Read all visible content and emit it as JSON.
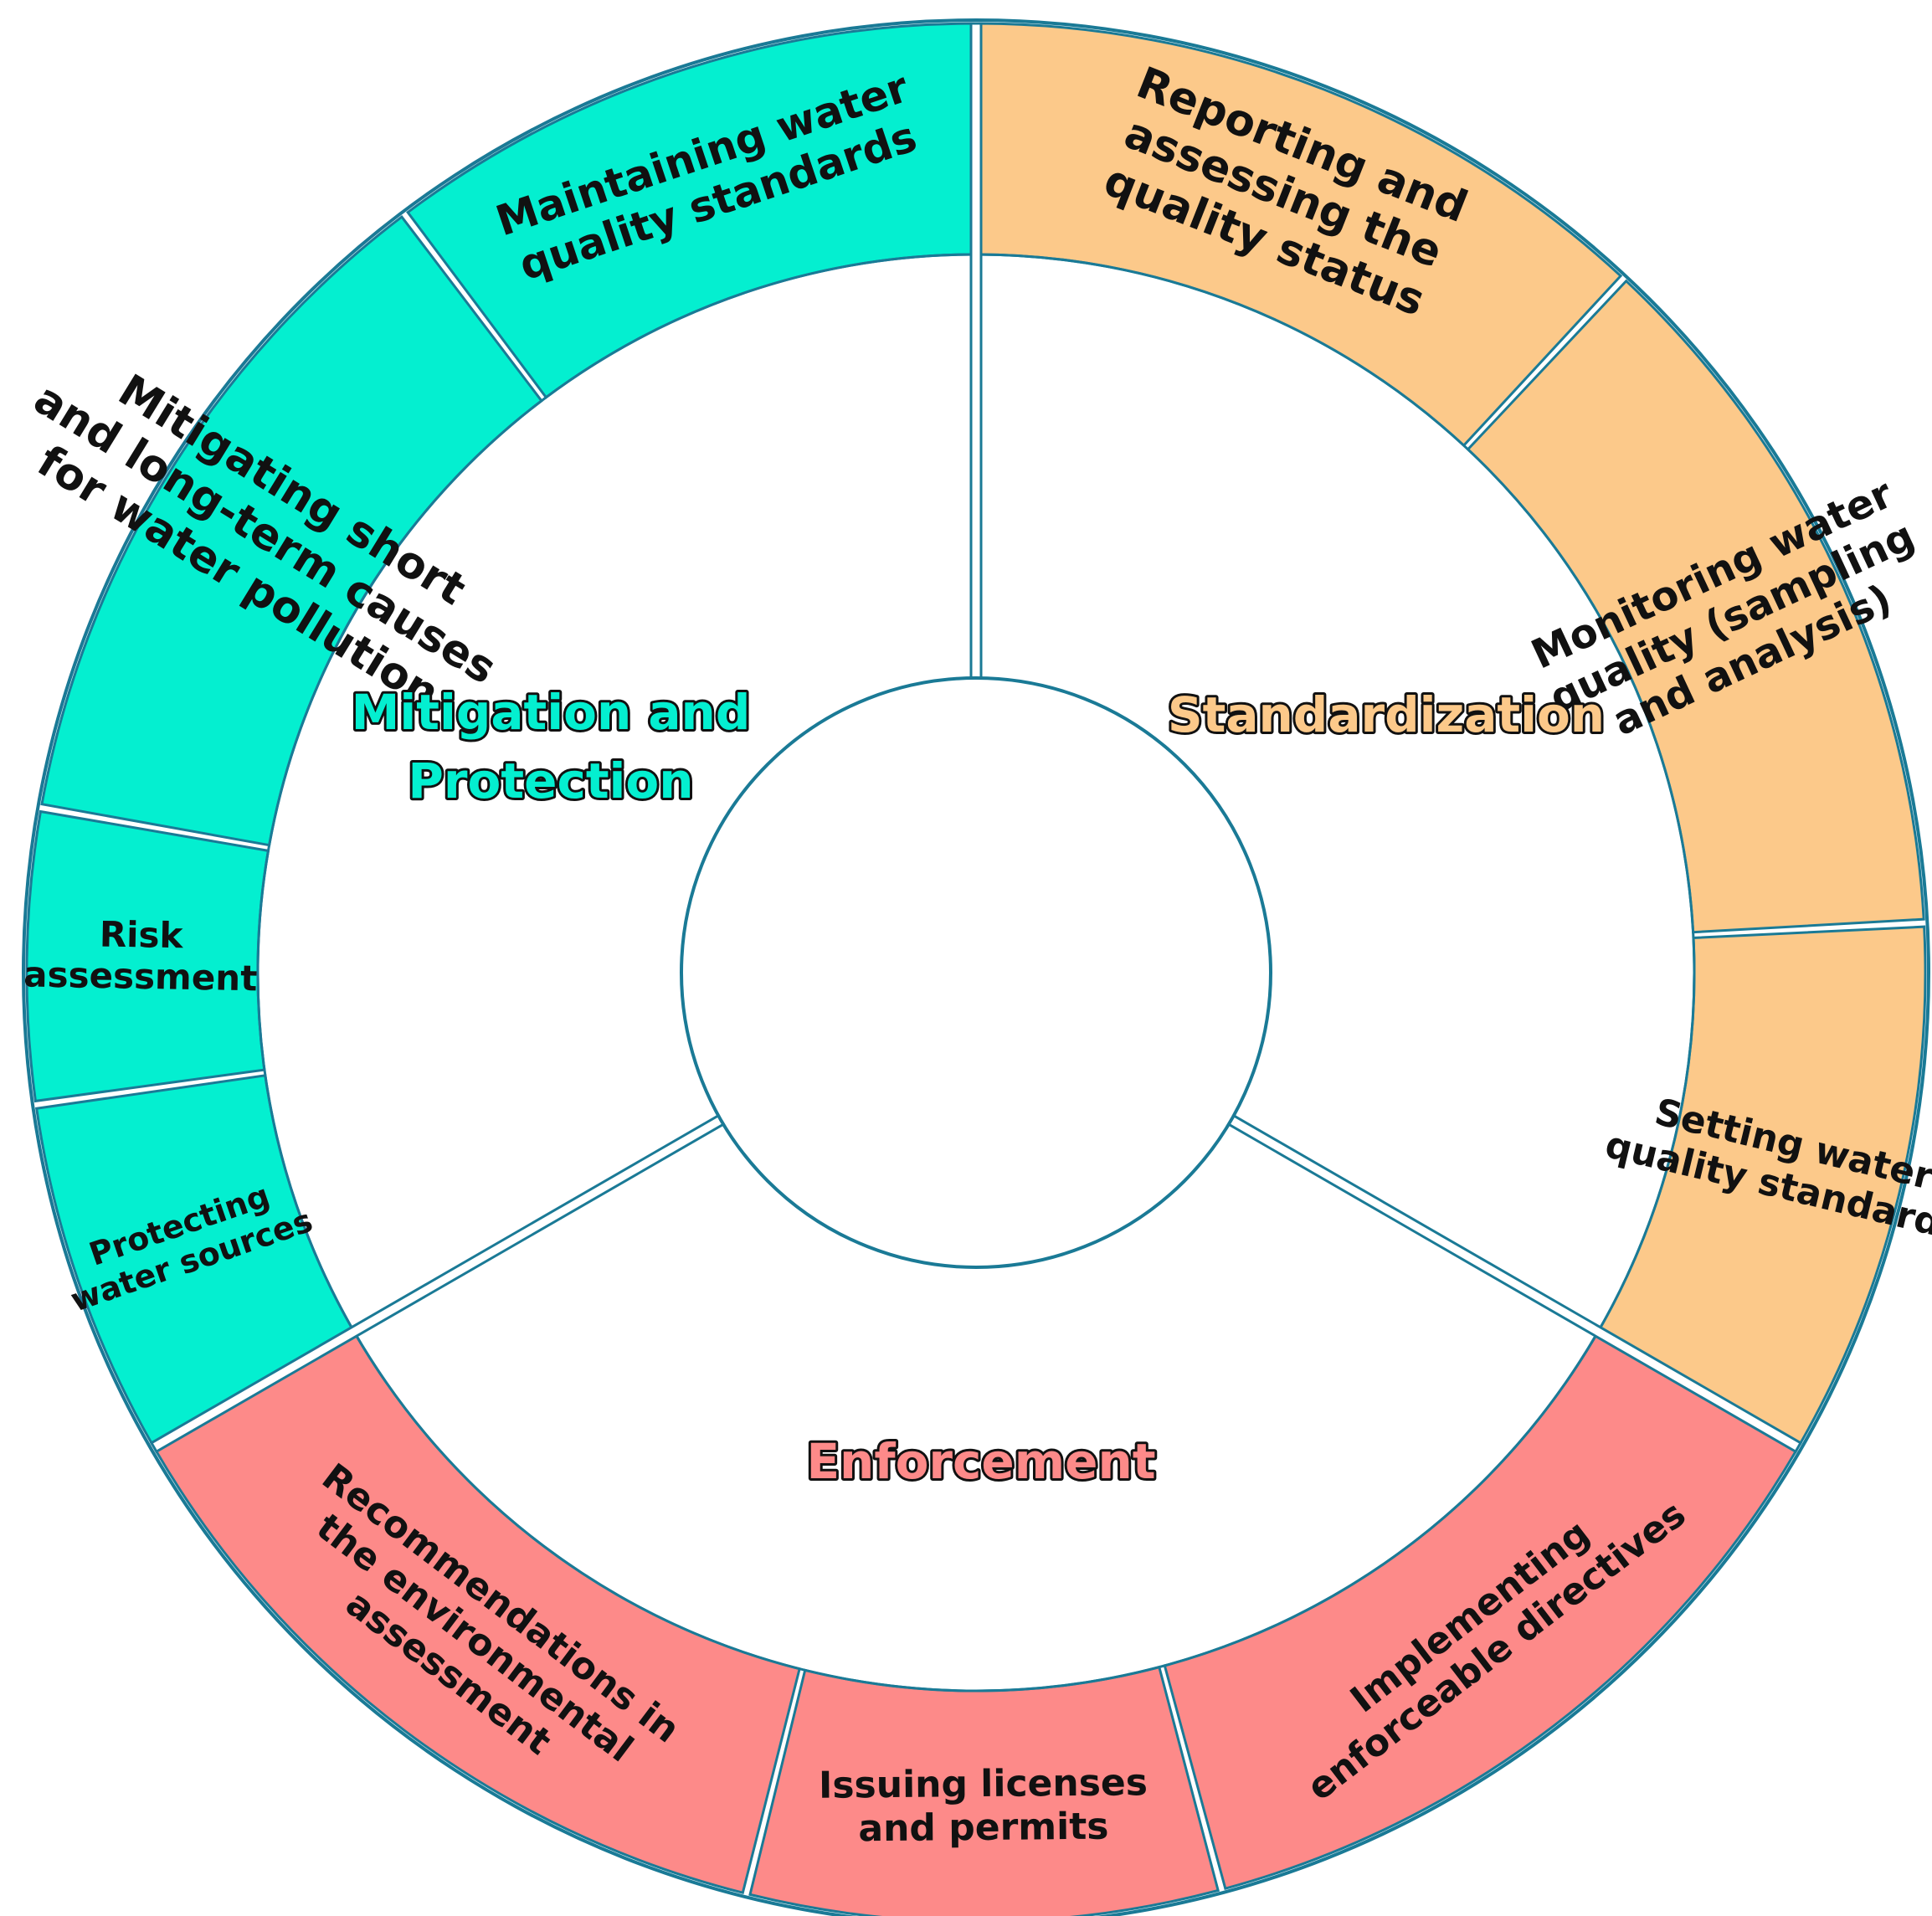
{
  "colors": {
    "outline": "#1a7a96",
    "gap": "#ffffff",
    "text": "#111111",
    "center_fill": "#ffffff"
  },
  "categories": [
    {
      "id": "standardization",
      "label_lines": [
        "Standardization"
      ],
      "color": "#fcc98a",
      "segments": [
        {
          "id": "reporting",
          "lines": [
            "Reporting and",
            "assessing the",
            "quality status"
          ]
        },
        {
          "id": "monitoring",
          "lines": [
            "Monitoring water",
            "quality  (sampling",
            "and analysis)"
          ]
        },
        {
          "id": "setting-standards",
          "lines": [
            "Setting water",
            "quality standards"
          ]
        }
      ]
    },
    {
      "id": "enforcement",
      "label_lines": [
        "Enforcement"
      ],
      "color": "#fd8a89",
      "segments": [
        {
          "id": "implementing-directives",
          "lines": [
            "Implementing",
            "enforceable directives"
          ]
        },
        {
          "id": "issuing-licenses",
          "lines": [
            "Issuing licenses",
            "and permits"
          ]
        },
        {
          "id": "recommendations",
          "lines": [
            "Recommendations in",
            "the environmental",
            "assessment"
          ]
        }
      ]
    },
    {
      "id": "mitigation",
      "label_lines": [
        "Mitigation and",
        "Protection"
      ],
      "color": "#04efd0",
      "segments": [
        {
          "id": "protecting-sources",
          "lines": [
            "Protecting",
            "water sources"
          ]
        },
        {
          "id": "risk-assessment",
          "lines": [
            "Risk",
            "assessment"
          ]
        },
        {
          "id": "mitigating-causes",
          "lines": [
            "Mitigating short",
            "and long-term causes",
            "for water pollution"
          ]
        },
        {
          "id": "maintaining-standards",
          "lines": [
            "Maintaining water",
            "quality standards"
          ]
        }
      ]
    }
  ]
}
